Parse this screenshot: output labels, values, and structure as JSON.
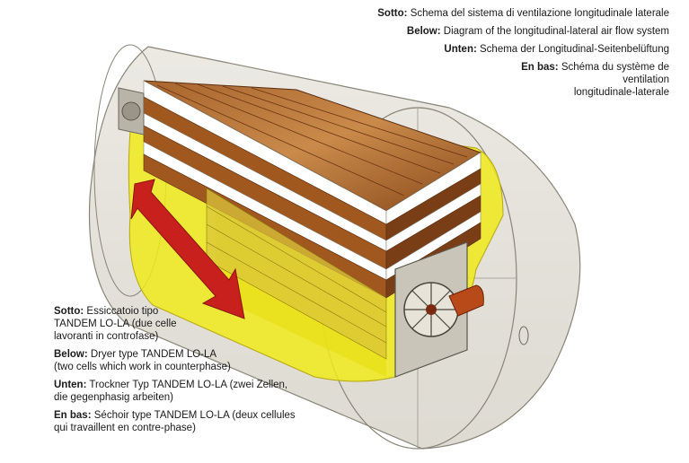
{
  "top_caption": {
    "items": [
      {
        "lang": "Sotto:",
        "text": "Schema del sistema di ventilazione longitudinale laterale"
      },
      {
        "lang": "Below:",
        "text": "Diagram of the longitudinal-lateral air flow system"
      },
      {
        "lang": "Unten:",
        "text": "Schema der Longitudinal-Seitenbelüftung"
      },
      {
        "lang": "En bas:",
        "text": "Schéma du système de\nventilation\nlongitudinale-laterale"
      }
    ]
  },
  "bottom_caption": {
    "items": [
      {
        "lang": "Sotto:",
        "text": "Essiccatoio tipo\nTANDEM LO-LA (due celle\nlavoranti in controfase)"
      },
      {
        "lang": "Below:",
        "text": "Dryer type TANDEM LO-LA\n(two cells which work in counterphase)"
      },
      {
        "lang": "Unten:",
        "text": "Trockner Typ TANDEM LO-LA (zwei Zellen,\ndie gegenphasig arbeiten)"
      },
      {
        "lang": "En bas:",
        "text": "Séchoir type TANDEM LO-LA (deux cellules\nqui travaillent en contre-phase)"
      }
    ]
  },
  "colors": {
    "air_flow": "#f0ea1a",
    "wood_light": "#c98a4a",
    "wood_dark": "#7a3e16",
    "arrow": "#c8201c",
    "shell": "#d9d6cc"
  }
}
